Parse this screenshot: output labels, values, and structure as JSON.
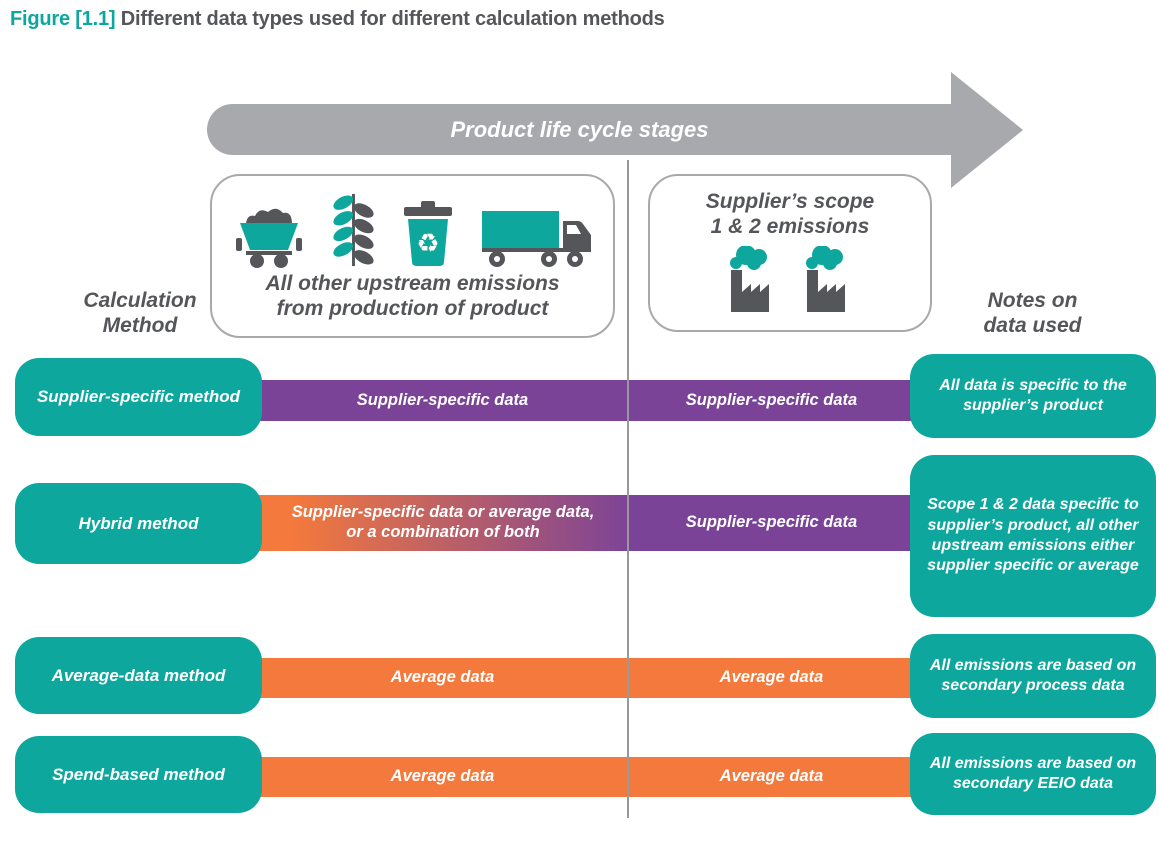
{
  "title": {
    "figure_label": "Figure [1.1]",
    "text": " Different data types used for different calculation methods"
  },
  "arrow": {
    "label": "Product life cycle stages"
  },
  "stages": {
    "upstream": {
      "line1": "All other upstream emissions",
      "line2": "from production of product",
      "icons": [
        "mine-cart-icon",
        "plant-icon",
        "recycle-bin-icon",
        "truck-icon"
      ]
    },
    "scope": {
      "line1": "Supplier’s scope",
      "line2": "1 & 2 emissions",
      "icons": [
        "factory-icon",
        "factory-icon"
      ]
    }
  },
  "headers": {
    "method": {
      "line1": "Calculation",
      "line2": "Method"
    },
    "notes": {
      "line1": "Notes on",
      "line2": "data used"
    }
  },
  "rows": [
    {
      "method": "Supplier-specific method",
      "upstream_data": "Supplier-specific data",
      "scope_data": "Supplier-specific data",
      "note": "All data is specific to the supplier’s product",
      "upstream_fill": "purple",
      "scope_fill": "purple"
    },
    {
      "method": "Hybrid method",
      "upstream_data": "Supplier-specific data or average data, or a combination of both",
      "scope_data": "Supplier-specific data",
      "note": "Scope 1 & 2 data specific to supplier’s product, all other upstream emissions either supplier specific or average",
      "upstream_fill": "gradient-orange-to-purple",
      "scope_fill": "purple"
    },
    {
      "method": "Average-data method",
      "upstream_data": "Average data",
      "scope_data": "Average data",
      "note": "All emissions are based on secondary process data",
      "upstream_fill": "orange",
      "scope_fill": "orange"
    },
    {
      "method": "Spend-based method",
      "upstream_data": "Average data",
      "scope_data": "Average data",
      "note": "All emissions are based on secondary EEIO data",
      "upstream_fill": "orange",
      "scope_fill": "orange"
    }
  ],
  "colors": {
    "teal": "#0DA79D",
    "purple": "#7B4397",
    "orange": "#F4793C",
    "gray_arrow": "#A7A9AC",
    "divider": "#97999B",
    "text_dark": "#54565A",
    "white": "#FFFFFF"
  }
}
